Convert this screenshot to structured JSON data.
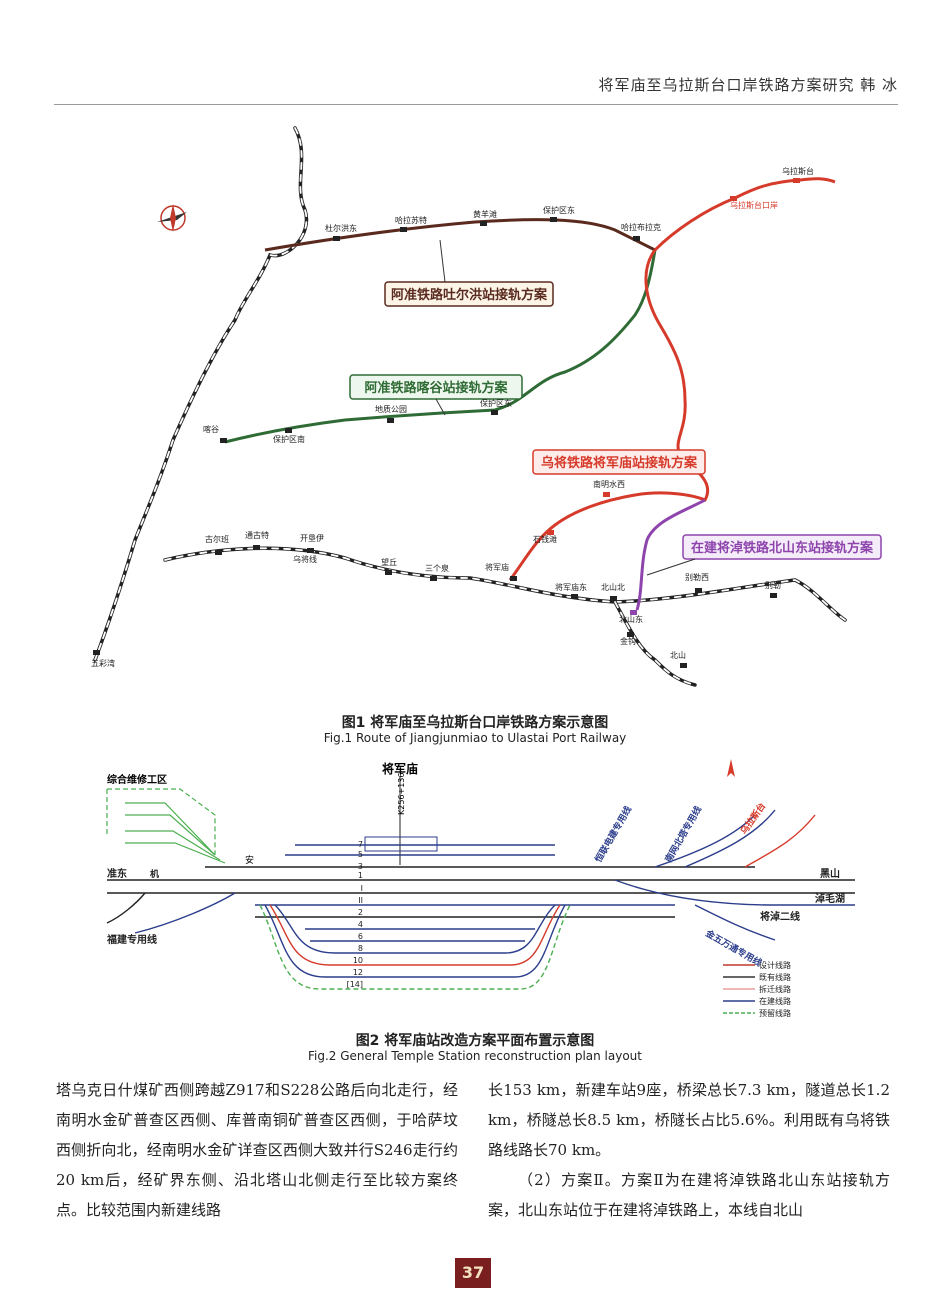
{
  "header": {
    "title": "将军庙至乌拉斯台口岸铁路方案研究   韩  冰"
  },
  "figure1": {
    "caption_cn": "图1   将军庙至乌拉斯台口岸铁路方案示意图",
    "caption_en": "Fig.1   Route of Jiangjunmiao to Ulastai Port Railway",
    "route_labels": {
      "brown": "阿准铁路吐尔洪站接轨方案",
      "green": "阿准铁路喀谷站接轨方案",
      "red": "乌将铁路将军庙站接轨方案",
      "purple": "在建将淖铁路北山东站接轨方案"
    },
    "stations": {
      "s1": "杜尔洪东",
      "s2": "哈拉苏特",
      "s3": "黄羊滩",
      "s4": "保护区东",
      "s5": "乌拉斯台",
      "s6": "哈拉布拉克",
      "s7": "乌拉斯台口岸",
      "s8": "保护区南",
      "s9": "地质公园",
      "s10": "保护区东",
      "s11": "喀谷",
      "s12": "南明水西",
      "s13": "石钱滩",
      "s14": "将军庙东",
      "s15": "北山北",
      "s16": "北山东",
      "s17": "金钩",
      "s18": "将军庙",
      "s19": "北山",
      "s20": "古尔班",
      "s21": "通古特",
      "s22": "开垦伊",
      "s23": "乌将线",
      "s24": "望丘",
      "s25": "三个泉",
      "s26": "别勒西",
      "s27": "别勒",
      "s28": "五彩湾"
    }
  },
  "figure2": {
    "caption_cn": "图2   将军庙站改造方案平面布置示意图",
    "caption_en": "Fig.2   General Temple Station reconstruction plan layout",
    "labels": {
      "station": "将军庙",
      "mileage": "K256+136",
      "depot": "综合维修工区",
      "west_upper": "准东",
      "west_lower": "福建专用线",
      "east_upper": "黑山",
      "east_lower": "淖毛湖",
      "line_east": "将淖二线",
      "spur1": "恒联电建专用线",
      "spur2": "南网北塔专用线",
      "spur3": "金五万通专用线",
      "spur4": "乌拉斯台",
      "an": "安",
      "ji": "机"
    },
    "track_numbers": [
      "7",
      "5",
      "3",
      "1",
      "I",
      "II",
      "2",
      "4",
      "6",
      "8",
      "10",
      "12",
      "[14]"
    ],
    "legend": [
      "设计线路",
      "既有线路",
      "拆迁线路",
      "在建线路",
      "预留线路"
    ],
    "legend_colors": [
      "#c0392b",
      "#333333",
      "#e8a0a0",
      "#2c3e8c",
      "#4caf50"
    ]
  },
  "body": {
    "left": "塔乌克日什煤矿西侧跨越Z917和S228公路后向北走行，经南明水金矿普查区西侧、库普南铜矿普查区西侧，于哈萨坟西侧折向北，经南明水金矿详查区西侧大致并行S246走行约20 km后，经矿界东侧、沿北塔山北侧走行至比较方案终点。比较范围内新建线路",
    "right_p1": "长153 km，新建车站9座，桥梁总长7.3 km，隧道总长1.2 km，桥隧总长8.5 km，桥隧长占比5.6%。利用既有乌将铁路线路长70 km。",
    "right_p2": "（2）方案Ⅱ。方案Ⅱ为在建将淖铁路北山东站接轨方案，北山东站位于在建将淖铁路上，本线自北山"
  },
  "page_number": "37",
  "colors": {
    "red": "#d63a2a",
    "brown": "#5a2a1e",
    "green": "#2f6b35",
    "purple": "#8e44ad",
    "blue": "#2c3e8c",
    "page_badge": "#7a1f1f"
  }
}
